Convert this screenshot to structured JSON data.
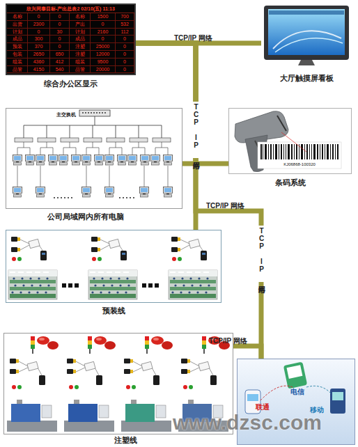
{
  "diagram": {
    "nodes": [
      {
        "text": [
          "综合办公区显示"
        ]
      },
      {
        "text": [
          "大厅触摸屏看板"
        ]
      },
      {
        "text": [
          "公司局域网内所有电脑"
        ]
      },
      {
        "text": [
          "主交换机"
        ],
        "in": 2
      },
      {
        "text": [
          "条码系统"
        ]
      },
      {
        "text": [
          "预装线"
        ]
      },
      {
        "text": [
          "注塑线"
        ]
      },
      {
        "text": [
          "电信",
          "联通",
          "移动"
        ]
      }
    ],
    "edges": [
      {
        "from": 0,
        "to": 1,
        "arrow": "none",
        "label": "TCP/IP 网络"
      },
      {
        "from": 0,
        "to": 2,
        "arrow": "none",
        "label": "TCP IP 网络"
      },
      {
        "from": 0,
        "to": 4,
        "arrow": "none"
      },
      {
        "from": 0,
        "to": 5,
        "arrow": "none"
      },
      {
        "from": 0,
        "to": 7,
        "arrow": "none",
        "label": "TCP/IP 网络"
      },
      {
        "from": 6,
        "to": 7,
        "arrow": "none",
        "label": "TCP/IP 网络"
      }
    ],
    "labels": [
      "欣兴同泰目标-产出总表2 02/10(五) 11:13",
      "名称",
      "0",
      "0",
      "名称",
      "1500",
      "700",
      "出货",
      "2300",
      "0",
      "产出",
      "0",
      "532",
      "计划",
      "0",
      "30",
      "计划",
      "2160",
      "112",
      "成品",
      "300",
      "0",
      "成品",
      "0",
      "0",
      "预装",
      "370",
      "0",
      "注塑",
      "25000",
      "0",
      "包装",
      "2650",
      "650",
      "注塑",
      "12000",
      "0",
      "组装",
      "4360",
      "412",
      "组装",
      "9500",
      "0",
      "品管",
      "4150",
      "540",
      "品管",
      "20000",
      "0",
      "KJ06868-100320",
      "TCP IP 网络",
      "www.dzsc.com"
    ]
  }
}
